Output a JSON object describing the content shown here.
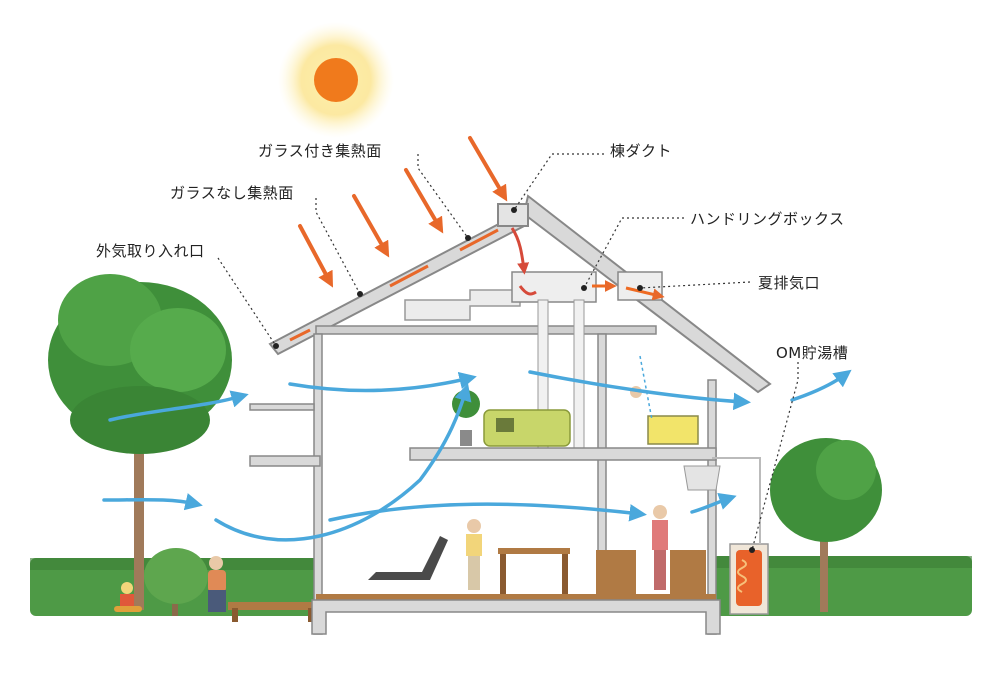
{
  "labels": {
    "glazed_collector": "ガラス付き集熱面",
    "unglazed_collector": "ガラスなし集熱面",
    "outdoor_air_intake": "外気取り入れ口",
    "ridge_duct": "棟ダクト",
    "handling_box": "ハンドリングボックス",
    "summer_exhaust": "夏排気口",
    "om_hot_water_tank": "OM貯湯槽"
  },
  "colors": {
    "sun": "#f07a1c",
    "sun_glow": "#fbe38a",
    "solar_ray": "#e8682a",
    "air_flow": "#4aa8dc",
    "exhaust_flow": "#ee6a22",
    "structure": "#9a9a9a",
    "structure_fill": "#d9d9d9",
    "foliage": "#3f8f3a",
    "hedge": "#4e9a46",
    "floor_wood": "#b07a44",
    "sofa": "#c8d66a",
    "tank": "#e8622a"
  },
  "icons": {
    "sun": "sun-icon",
    "rays": "solar-ray-icon",
    "airflow": "air-flow-arrow-icon"
  }
}
